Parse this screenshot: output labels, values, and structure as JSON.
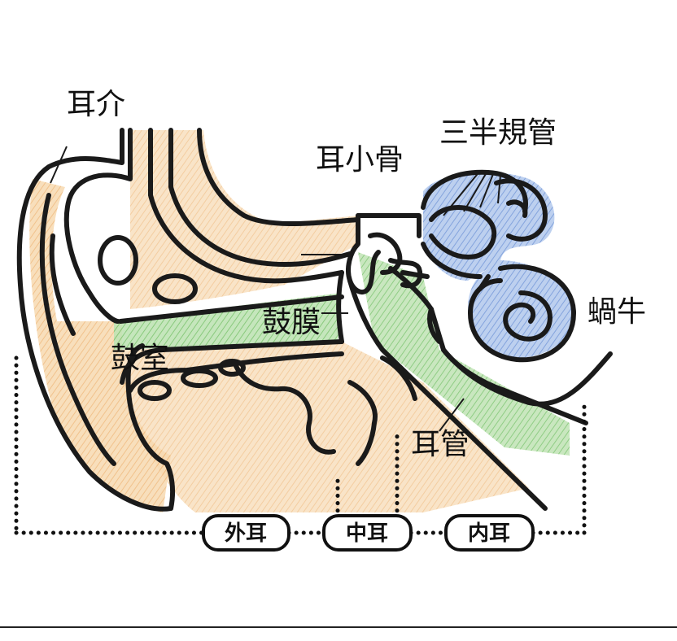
{
  "labels": {
    "auricle": "耳介",
    "ossicles": "耳小骨",
    "semicircular_canals": "三半規管",
    "cochlea": "蝸牛",
    "eardrum": "鼓膜",
    "tympanic_cavity": "鼓室",
    "eustachian_tube": "耳管"
  },
  "regions": {
    "outer_ear": "外耳",
    "middle_ear": "中耳",
    "inner_ear": "内耳"
  },
  "colors": {
    "outline": "#1a1a1a",
    "skin_orange": "#f0b87a",
    "canal_green": "#8fcf86",
    "inner_ear_blue": "#8fb0e0",
    "badge_bg": "#ffffff"
  }
}
